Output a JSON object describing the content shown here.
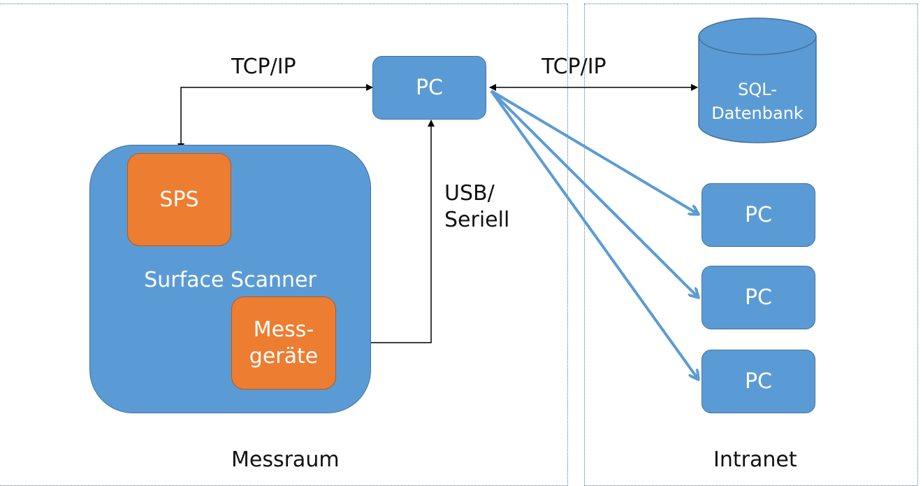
{
  "zones": {
    "messraum": "Messraum",
    "intranet": "Intranet"
  },
  "nodes": {
    "pc_main": "PC",
    "surface_scanner": "Surface Scanner",
    "sps": "SPS",
    "messgeraete_line1": "Mess-",
    "messgeraete_line2": "geräte",
    "db_line1": "SQL-",
    "db_line2": "Datenbank",
    "pc_client_1": "PC",
    "pc_client_2": "PC",
    "pc_client_3": "PC"
  },
  "edges": {
    "tcpip_left": "TCP/IP",
    "tcpip_right": "TCP/IP",
    "usb_line1": "USB/",
    "usb_line2": "Seriell"
  },
  "colors": {
    "blue_fill": "#5b9bd5",
    "blue_border": "#41719c",
    "orange_fill": "#ed7d31",
    "connector_blue": "#5b9bd5"
  }
}
